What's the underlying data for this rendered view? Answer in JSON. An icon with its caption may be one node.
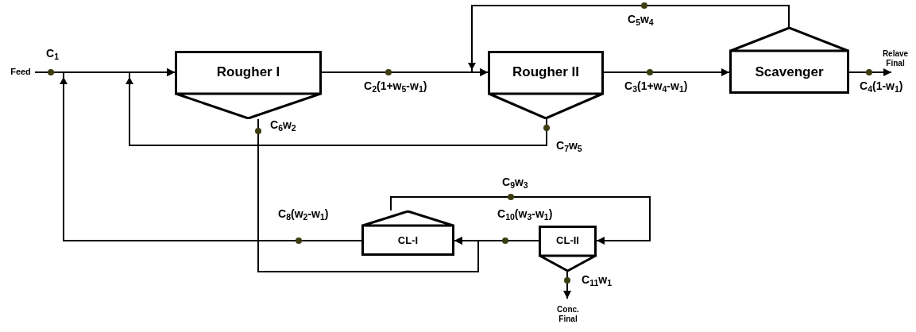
{
  "diagram": {
    "nodes": [
      {
        "text": [
          "Feed"
        ]
      },
      {
        "text": [
          "Rougher I"
        ]
      },
      {
        "text": [
          "Rougher II"
        ]
      },
      {
        "text": [
          "Scavenger"
        ]
      },
      {
        "text": [
          "Relave Final"
        ]
      },
      {
        "text": [
          "CL-I"
        ]
      },
      {
        "text": [
          "CL-II"
        ]
      },
      {
        "text": [
          "Conc. Final"
        ]
      }
    ],
    "edges": [
      {
        "from": 0,
        "to": 1,
        "arrow": "to",
        "label": "C$_{1}$"
      },
      {
        "from": 1,
        "to": 2,
        "arrow": "to",
        "label": "C$_{2}$(1+w$_{5}$-w$_{1}$)"
      },
      {
        "from": 2,
        "to": 3,
        "arrow": "to",
        "label": "C$_{3}$(1+w$_{4}$-w$_{1}$)"
      },
      {
        "from": 3,
        "to": 4,
        "arrow": "to",
        "label": "C$_{4}$(1-w$_{1}$)"
      },
      {
        "from": 3,
        "to": 2,
        "arrow": "to",
        "label": "C$_{5}$w$_{4}$"
      },
      {
        "from": 1,
        "to": 5,
        "arrow": "to",
        "label": "C$_{6}$w$_{2}$"
      },
      {
        "from": 2,
        "to": 1,
        "arrow": "to",
        "label": "C$_{7}$w$_{5}$"
      },
      {
        "from": 5,
        "to": 1,
        "arrow": "to",
        "label": "C$_{8}$(w$_{2}$-w$_{1}$)"
      },
      {
        "from": 5,
        "to": 6,
        "arrow": "to",
        "label": "C$_{9}$w$_{3}$"
      },
      {
        "from": 6,
        "to": 5,
        "arrow": "to",
        "label": "C$_{10}$(w$_{3}$-w$_{1}$)"
      },
      {
        "from": 6,
        "to": 7,
        "arrow": "to",
        "label": "C$_{11}$w$_{1}$"
      }
    ]
  }
}
